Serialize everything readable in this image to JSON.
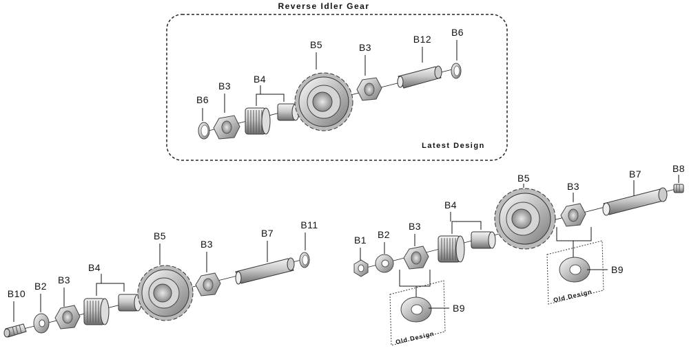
{
  "title": "Reverse Idler Gear",
  "latest_design": "Latest Design",
  "old_design": "Old Design",
  "labels": {
    "b1": "B1",
    "b2": "B2",
    "b3": "B3",
    "b4": "B4",
    "b5": "B5",
    "b6": "B6",
    "b7": "B7",
    "b8": "B8",
    "b9": "B9",
    "b10": "B10",
    "b11": "B11",
    "b12": "B12"
  }
}
